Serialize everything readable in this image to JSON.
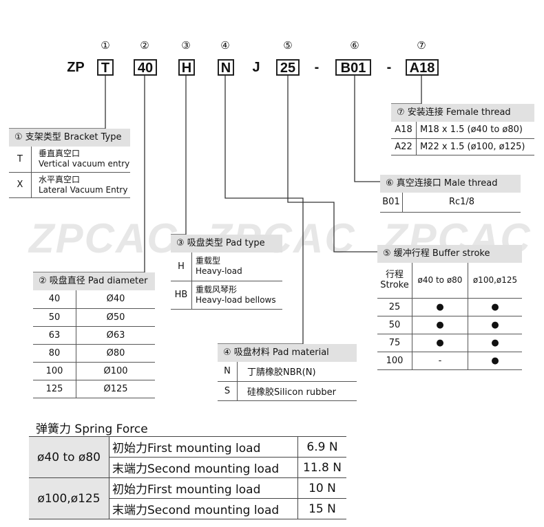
{
  "watermark": "ZPCAC",
  "model_code": {
    "circled_numbers": [
      "①",
      "②",
      "③",
      "④",
      "⑤",
      "⑥",
      "⑦"
    ],
    "prefix": "ZP",
    "pos1": "T",
    "pos2": "40",
    "pos3": "H",
    "pos4": "N",
    "fixed_j": "J",
    "pos5": "25",
    "dash": "-",
    "pos6": "B01",
    "pos7": "A18"
  },
  "bracket": {
    "title": "① 支架类型 Bracket Type",
    "rows": [
      {
        "code": "T",
        "zh": "垂直真空口",
        "en": "Vertical vacuum entry"
      },
      {
        "code": "X",
        "zh": "水平真空口",
        "en": "Lateral Vacuum Entry"
      }
    ]
  },
  "diameter": {
    "title": "② 吸盘直径 Pad diameter",
    "rows": [
      {
        "code": "40",
        "value": "Ø40"
      },
      {
        "code": "50",
        "value": "Ø50"
      },
      {
        "code": "63",
        "value": "Ø63"
      },
      {
        "code": "80",
        "value": "Ø80"
      },
      {
        "code": "100",
        "value": "Ø100"
      },
      {
        "code": "125",
        "value": "Ø125"
      }
    ]
  },
  "padtype": {
    "title": "③ 吸盘类型 Pad type",
    "rows": [
      {
        "code": "H",
        "zh": "重载型",
        "en": "Heavy-load"
      },
      {
        "code": "HB",
        "zh": "重载风琴形",
        "en": "Heavy-load bellows"
      }
    ]
  },
  "material": {
    "title": "④ 吸盘材料 Pad material",
    "rows": [
      {
        "code": "N",
        "value": "丁腈橡胶NBR(N)"
      },
      {
        "code": "S",
        "value": "硅橡胶Silicon rubber"
      }
    ]
  },
  "buffer": {
    "title": "⑤ 缓冲行程 Buffer stroke",
    "head_zh": "行程",
    "head_en": "Stroke",
    "col1": "ø40 to ø80",
    "col2": "ø100,ø125",
    "rows": [
      {
        "stroke": "25",
        "a": "●",
        "b": "●"
      },
      {
        "stroke": "50",
        "a": "●",
        "b": "●"
      },
      {
        "stroke": "75",
        "a": "●",
        "b": "●"
      },
      {
        "stroke": "100",
        "a": "-",
        "b": "●"
      }
    ]
  },
  "male": {
    "title": "⑥ 真空连接口 Male thread",
    "rows": [
      {
        "code": "B01",
        "value": "Rc1/8"
      }
    ]
  },
  "female": {
    "title": "⑦ 安装连接 Female thread",
    "rows": [
      {
        "code": "A18",
        "value": "M18 x 1.5 (ø40 to ø80)"
      },
      {
        "code": "A22",
        "value": "M22 x 1.5 (ø100, ø125)"
      }
    ]
  },
  "spring": {
    "title": "弹簧力 Spring Force",
    "groups": [
      {
        "range": "ø40 to ø80",
        "first_label": "初始力First mounting load",
        "first_value": "6.9 N",
        "second_label": "末端力Second mounting load",
        "second_value": "11.8 N"
      },
      {
        "range": "ø100,ø125",
        "first_label": "初始力First mounting load",
        "first_value": "10 N",
        "second_label": "末端力Second mounting load",
        "second_value": "15 N"
      }
    ]
  }
}
